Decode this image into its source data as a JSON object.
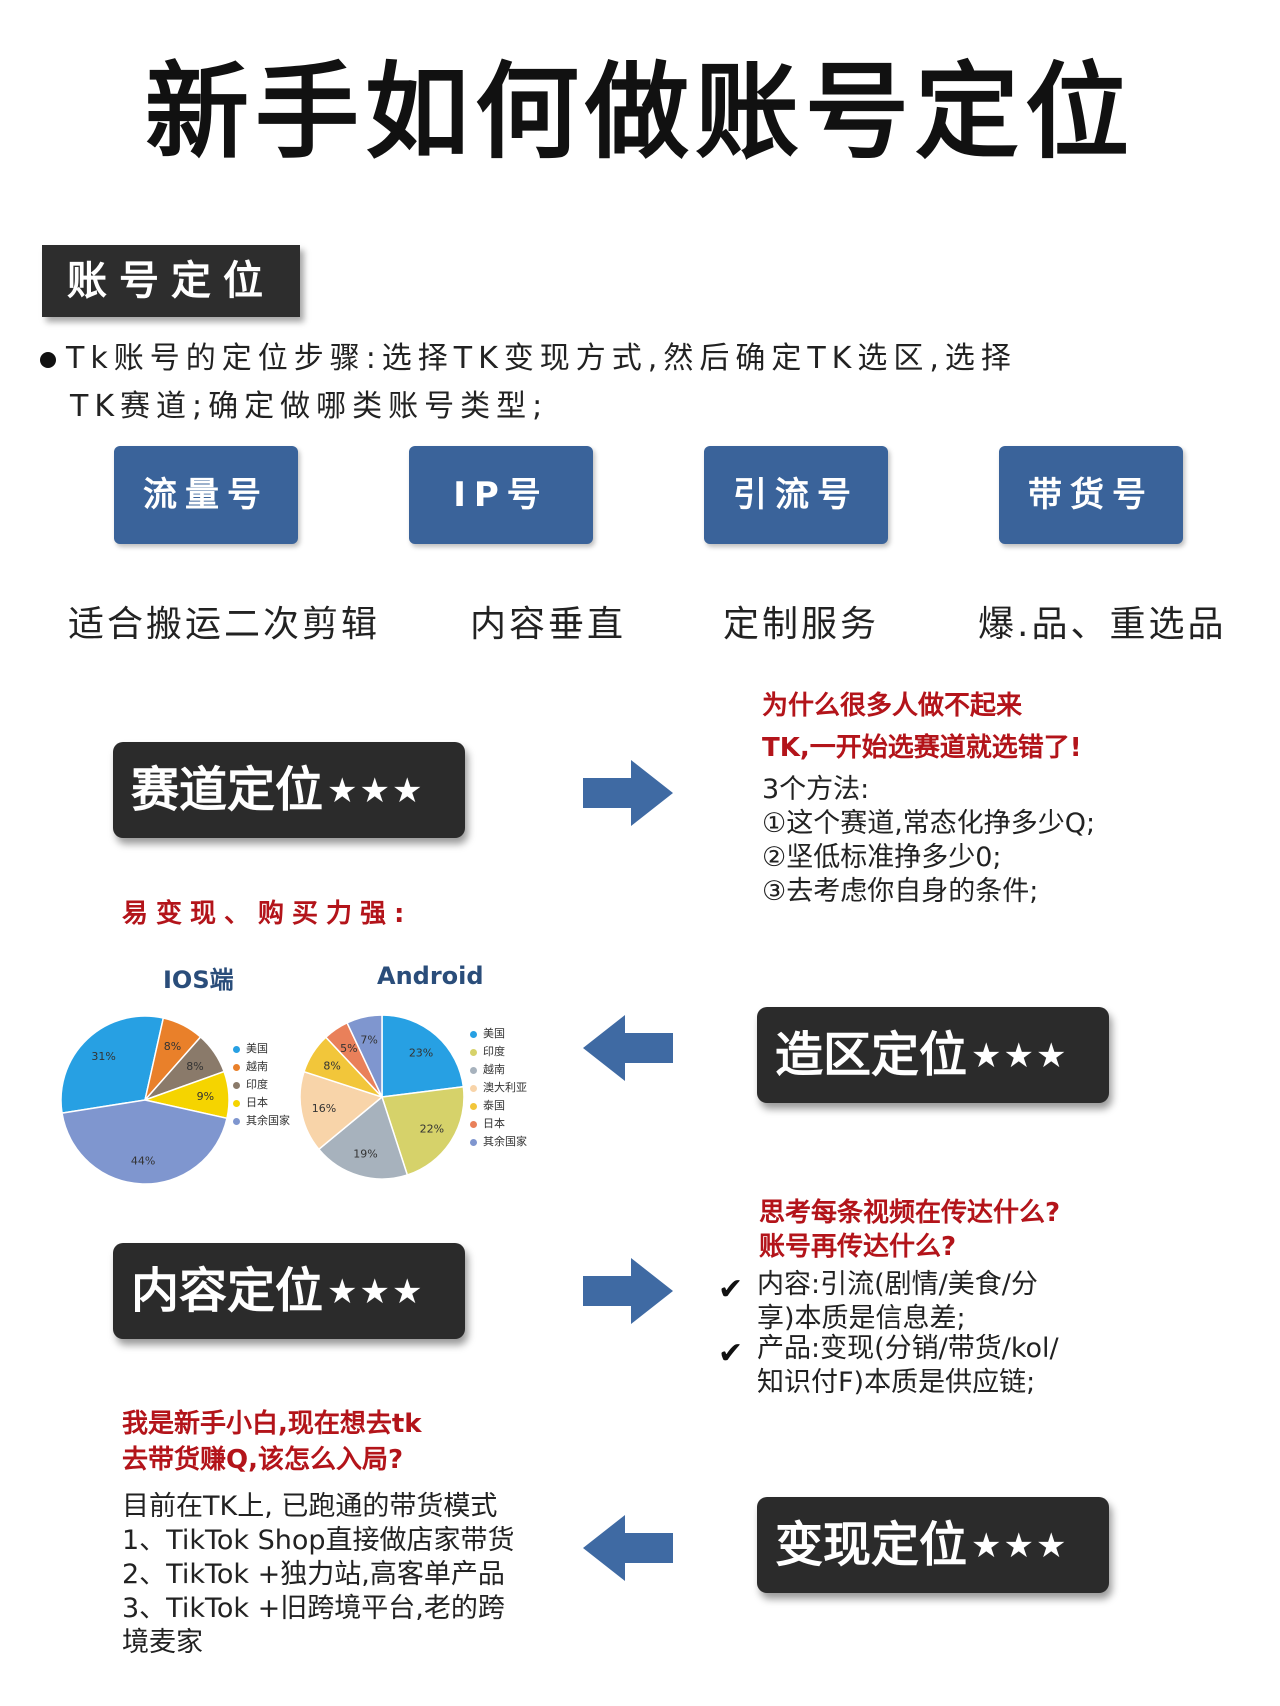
{
  "title": "新手如何做账号定位",
  "section": {
    "label": "账号定位",
    "bullet_line1": "Tk账号的定位步骤:选择TK变现方式,然后确定TK选区,选择",
    "bullet_line2": "TK赛道;确定做哪类账号类型;"
  },
  "account_types": [
    {
      "label": "流量号",
      "desc": "适合搬运二次剪辑"
    },
    {
      "label": "IP号",
      "desc": "内容垂直"
    },
    {
      "label": "引流号",
      "desc": "定制服务"
    },
    {
      "label": "带货号",
      "desc": "爆.品、重选品"
    }
  ],
  "track": {
    "label": "赛道定位",
    "stars": "★★★",
    "red1": "为什么很多人做不起来",
    "red2": "TK,一开始选赛道就选错了!",
    "methods_title": "3个方法:",
    "methods": [
      "①这个赛道,常态化挣多少Q;",
      "②坚低标准挣多少0;",
      "③去考虑你自身的条件;"
    ]
  },
  "region": {
    "label": "造区定位",
    "stars": "★★★",
    "red": "易变现、购买力强:"
  },
  "content": {
    "label": "内容定位",
    "stars": "★★★",
    "red1": "思考每条视频在传达什么?",
    "red2": "账号再传达什么?",
    "check_icon": "✔",
    "item1_line1": "内容:引流(剧情/美食/分",
    "item1_line2": "享)本质是信息差;",
    "item2_line1": "产品:变现(分销/带货/kol/",
    "item2_line2": "知识付F)本质是供应链;"
  },
  "monetize": {
    "label": "变现定位",
    "stars": "★★★",
    "red1": "我是新手小白,现在想去tk",
    "red2": "去带货赚Q,该怎么入局?",
    "lines": [
      "目前在TK上, 已跑通的带货模式",
      "1、TikTok Shop直接做店家带货",
      "2、TikTok +独力站,高客单产品",
      "3、TikTok +旧跨境平台,老的跨",
      "境麦家"
    ]
  },
  "colors": {
    "box_blue": "#3a639a",
    "arrow_blue": "#3f6aa3",
    "dark_box": "#2b2b2b",
    "red_text": "#b3141a"
  },
  "chart_data": [
    {
      "type": "pie",
      "title": "IOS端",
      "categories": [
        "美国",
        "越南",
        "印度",
        "日本",
        "其余国家"
      ],
      "values": [
        31,
        8,
        8,
        9,
        44
      ],
      "colors": [
        "#27a0e3",
        "#e9802a",
        "#8a7a6a",
        "#f5d400",
        "#7f96cf"
      ]
    },
    {
      "type": "pie",
      "title": "Android",
      "categories": [
        "美国",
        "印度",
        "越南",
        "澳大利亚",
        "泰国",
        "日本",
        "其余国家"
      ],
      "values": [
        23,
        22,
        19,
        16,
        8,
        5,
        7
      ],
      "colors": [
        "#27a0e3",
        "#d6d26a",
        "#a7b2bd",
        "#f8d4a9",
        "#f2c63a",
        "#e9805a",
        "#7f96cf"
      ]
    }
  ]
}
